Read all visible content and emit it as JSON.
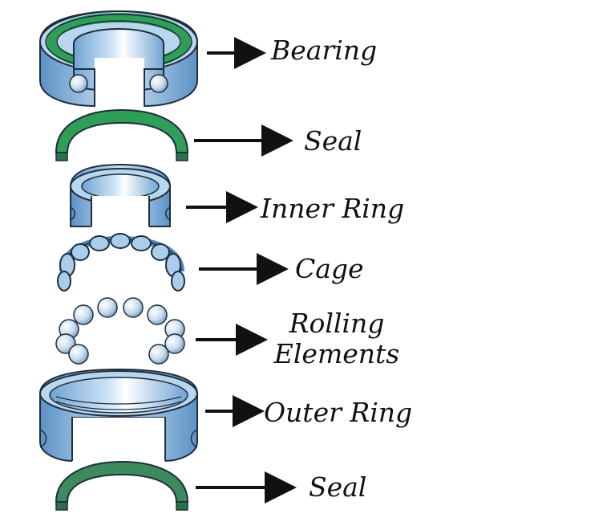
{
  "labels": {
    "bearing": "Bearing",
    "seal_top": "Seal",
    "inner_ring": "Inner Ring",
    "cage": "Cage",
    "rolling_line1": "Rolling",
    "rolling_line2": "Elements",
    "outer_ring": "Outer Ring",
    "seal_bottom": "Seal"
  },
  "colors": {
    "ring_blue": "#a9cdea",
    "ring_blue_dark": "#4f86bd",
    "seal_green": "#2f9e57",
    "seal_green_dark": "#2e6f4c",
    "outline": "#1f2e3d",
    "arrow": "#111111"
  }
}
